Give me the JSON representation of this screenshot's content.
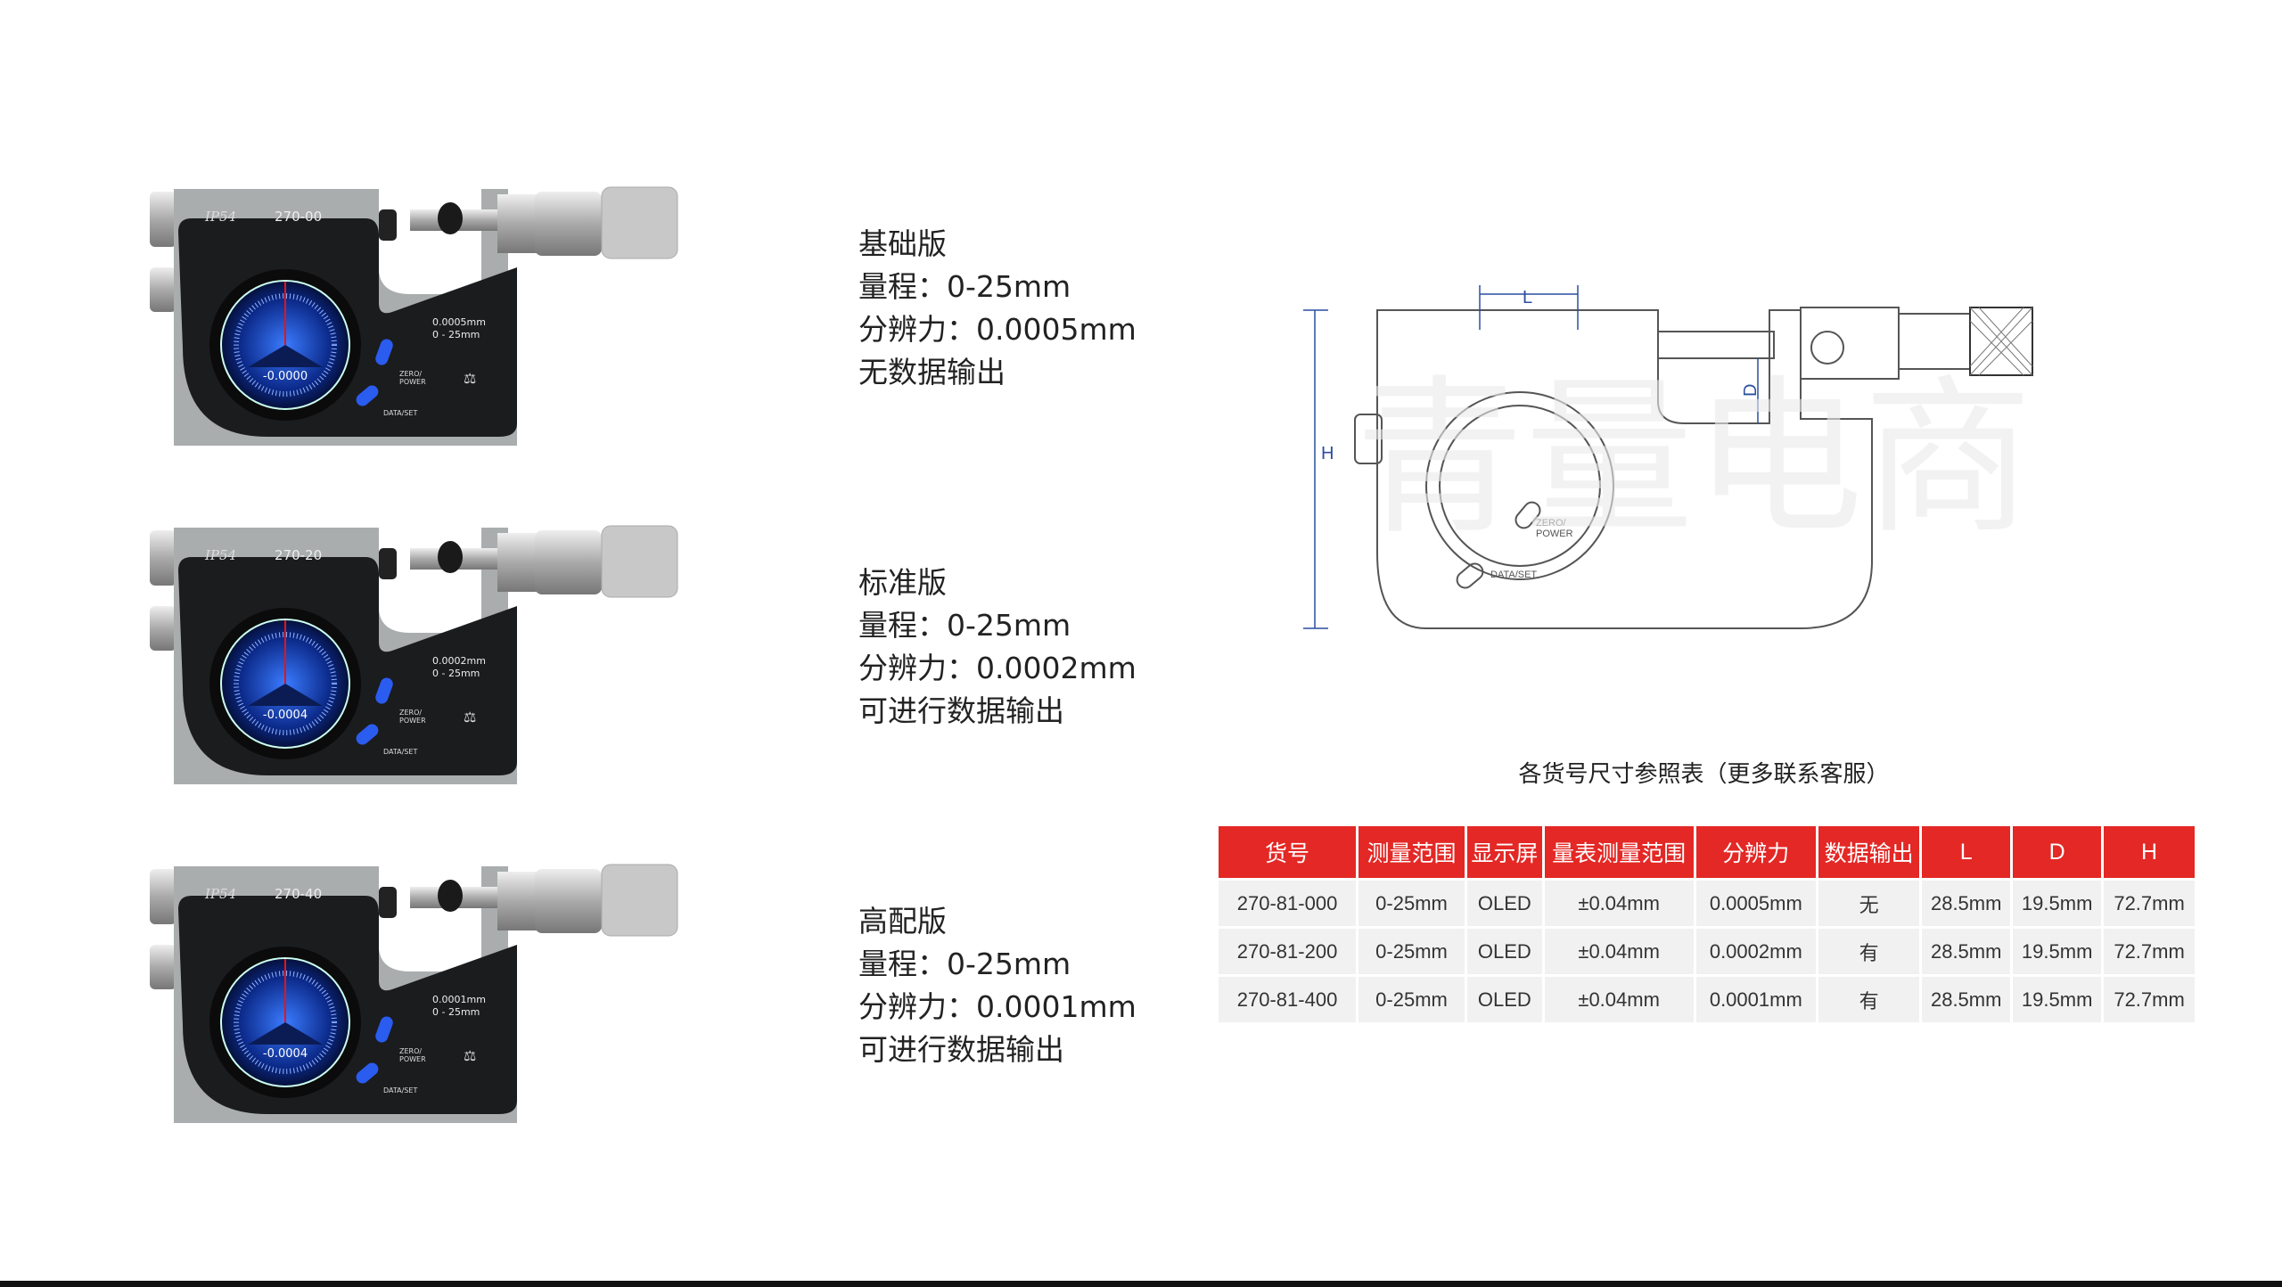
{
  "products": [
    {
      "model": "270-00",
      "ip": "IP54",
      "spec_res": "0.0005mm",
      "spec_range": "0 - 25mm",
      "reading": "-0.0000",
      "zero_label": "ZERO/",
      "power_label": "POWER",
      "data_label": "DATA/SET",
      "name": "基础版",
      "range": "量程：0-25mm",
      "resolution": "分辨力：0.0005mm",
      "output": "无数据输出"
    },
    {
      "model": "270-20",
      "ip": "IP54",
      "spec_res": "0.0002mm",
      "spec_range": "0 - 25mm",
      "reading": "-0.0004",
      "zero_label": "ZERO/",
      "power_label": "POWER",
      "data_label": "DATA/SET",
      "name": "标准版",
      "range": "量程：0-25mm",
      "resolution": "分辨力：0.0002mm",
      "output": "可进行数据输出"
    },
    {
      "model": "270-40",
      "ip": "IP54",
      "spec_res": "0.0001mm",
      "spec_range": "0 - 25mm",
      "reading": "-0.0004",
      "zero_label": "ZERO/",
      "power_label": "POWER",
      "data_label": "DATA/SET",
      "name": "高配版",
      "range": "量程：0-25mm",
      "resolution": "分辨力：0.0001mm",
      "output": "可进行数据输出"
    }
  ],
  "diagram": {
    "L": "L",
    "D": "D",
    "H": "H",
    "zero": "ZERO/",
    "power": "POWER",
    "data": "DATA/SET",
    "watermark": "青量电商"
  },
  "table": {
    "title": "各货号尺寸参照表（更多联系客服）",
    "headers": [
      "货号",
      "测量范围",
      "显示屏",
      "量表测量范围",
      "分辨力",
      "数据输出",
      "L",
      "D",
      "H"
    ],
    "rows": [
      [
        "270-81-000",
        "0-25mm",
        "OLED",
        "±0.04mm",
        "0.0005mm",
        "无",
        "28.5mm",
        "19.5mm",
        "72.7mm"
      ],
      [
        "270-81-200",
        "0-25mm",
        "OLED",
        "±0.04mm",
        "0.0002mm",
        "有",
        "28.5mm",
        "19.5mm",
        "72.7mm"
      ],
      [
        "270-81-400",
        "0-25mm",
        "OLED",
        "±0.04mm",
        "0.0001mm",
        "有",
        "28.5mm",
        "19.5mm",
        "72.7mm"
      ]
    ]
  },
  "colors": {
    "accent": "#e32825",
    "screen": "#1e4fd8",
    "button": "#2a5cf0"
  }
}
